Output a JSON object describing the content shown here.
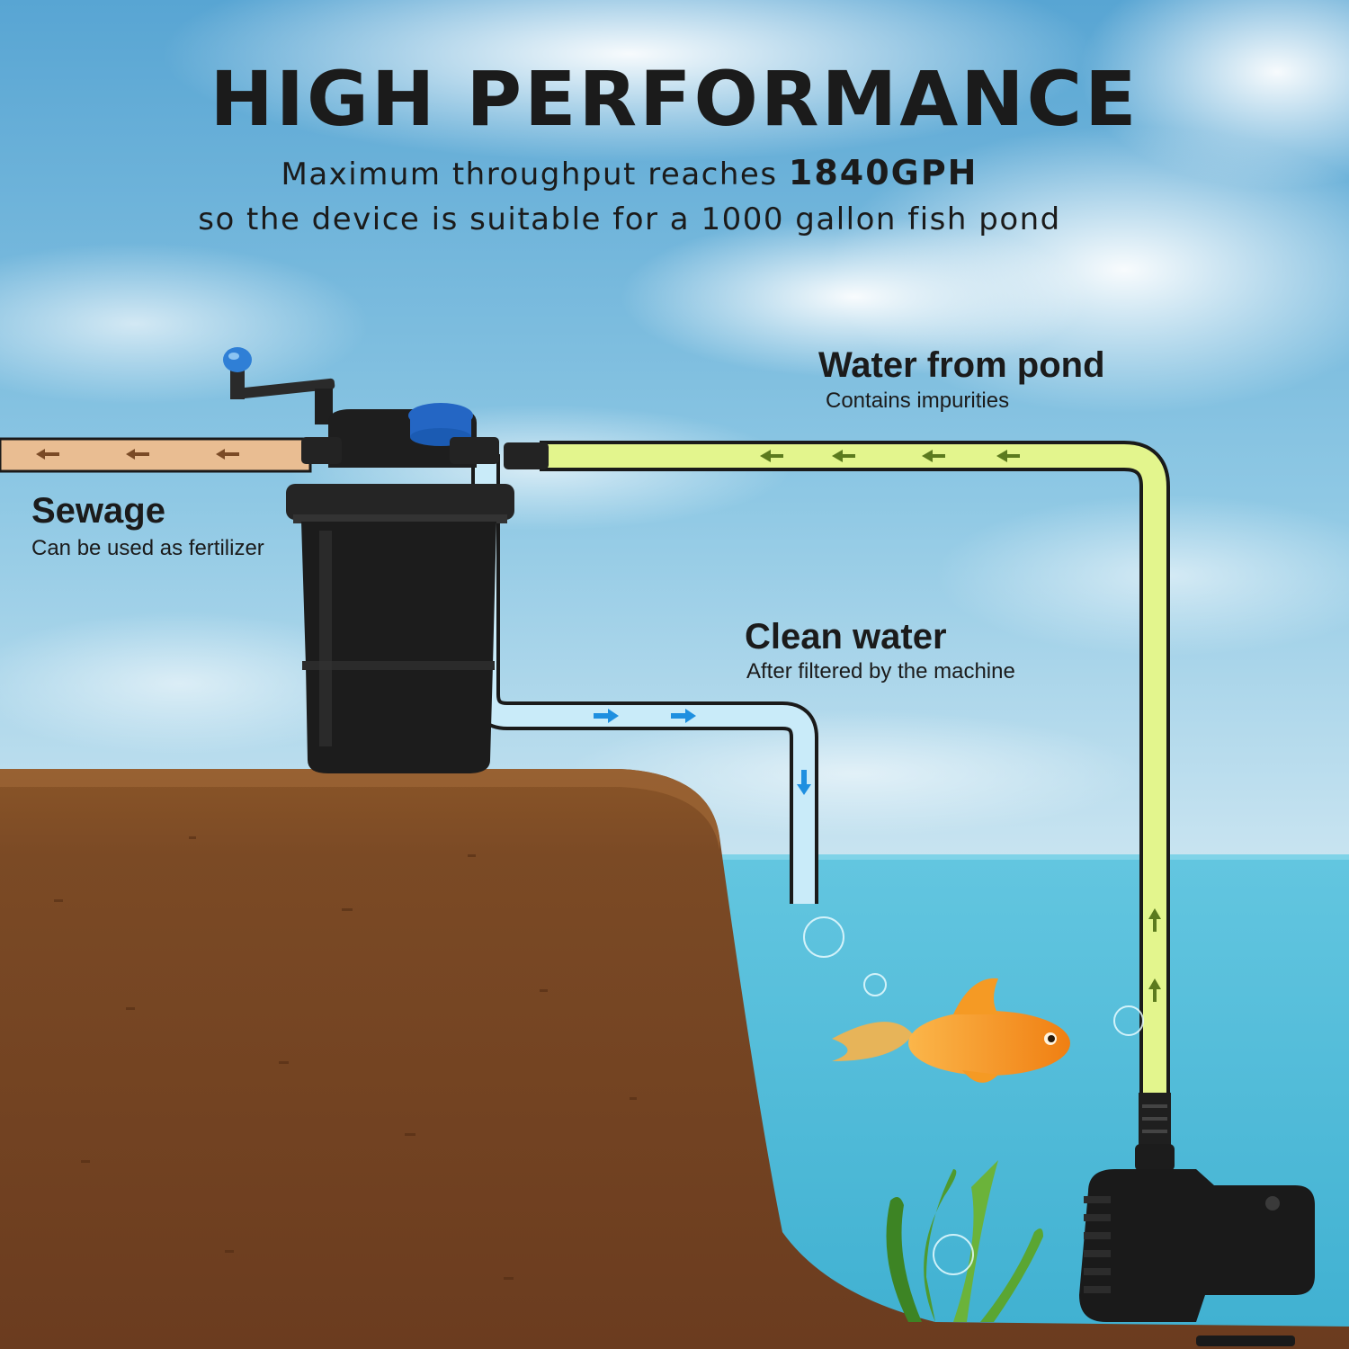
{
  "headline": {
    "title": "HIGH PERFORMANCE",
    "line1_prefix": "Maximum throughput reaches ",
    "line1_highlight": "1840GPH",
    "line2": "so the device is suitable for a 1000 gallon fish pond"
  },
  "labels": {
    "water_from_pond": {
      "title": "Water from pond",
      "subtitle": "Contains impurities"
    },
    "sewage": {
      "title": "Sewage",
      "subtitle": "Can be used as fertilizer"
    },
    "clean_water": {
      "title": "Clean water",
      "subtitle": "After filtered by the machine"
    }
  },
  "colors": {
    "sky_top": "#5aa6d2",
    "sky_bottom": "#d9ecf5",
    "soil": "#7a4a26",
    "soil_dark": "#5e3418",
    "water": "#4fbcd8",
    "sewage_pipe": "#e7b98c",
    "pond_pipe": "#e2f58c",
    "clean_pipe": "#c6e9f8",
    "clean_arrow": "#1e8fe0",
    "pond_arrow": "#5b7a1e",
    "filter_body": "#1c1c1c",
    "filter_accent": "#1f6fd1",
    "fish": "#f39a1e"
  },
  "icons": [
    "filter-canister-icon",
    "pond-pump-icon",
    "goldfish-icon",
    "seaweed-icon",
    "bubble-icon",
    "arrow-icon"
  ]
}
